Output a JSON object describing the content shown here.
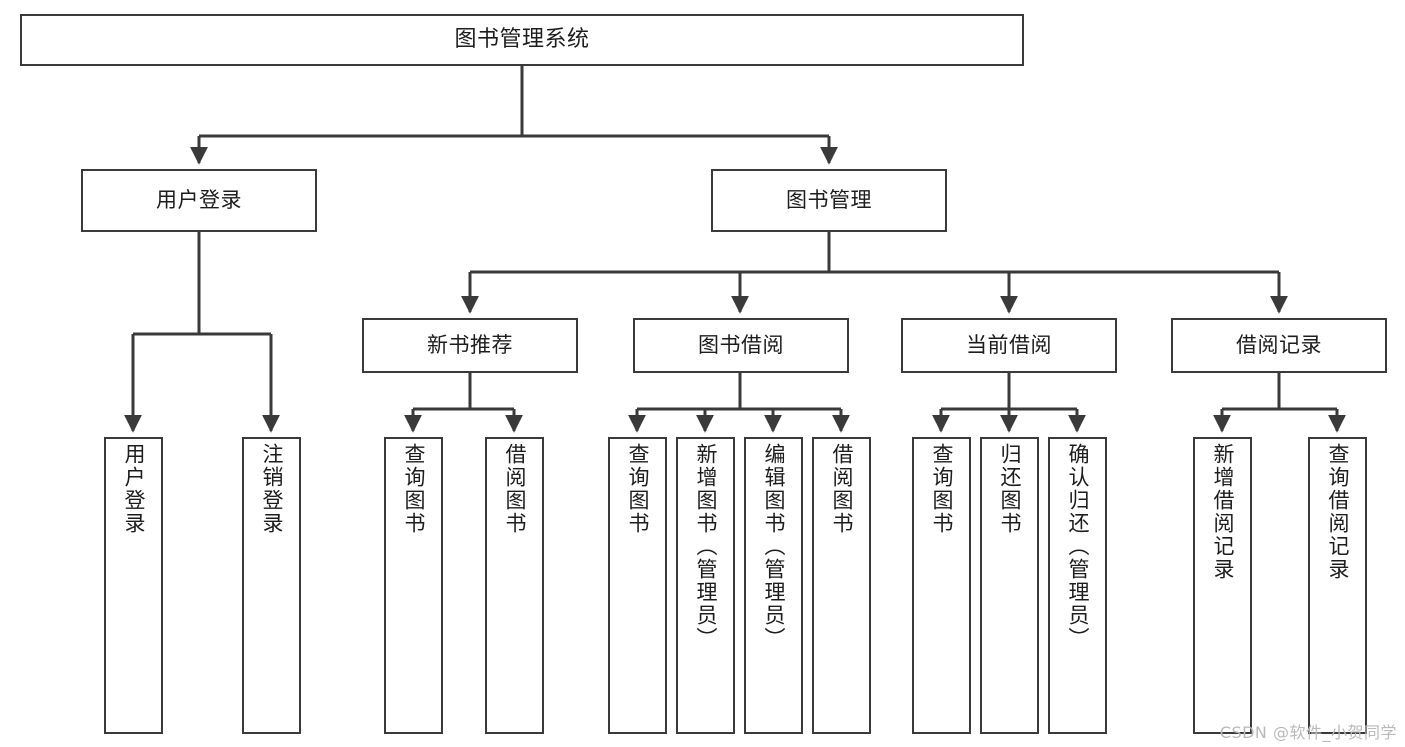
{
  "diagram": {
    "type": "tree-hierarchy-diagram",
    "title": "图书管理系统",
    "levels": {
      "level1": [
        {
          "id": "root",
          "label": "图书管理系统"
        }
      ],
      "level2": [
        {
          "id": "user-login",
          "label": "用户登录",
          "parent": "root"
        },
        {
          "id": "book-management",
          "label": "图书管理",
          "parent": "root"
        }
      ],
      "level3": [
        {
          "id": "new-book-recommend",
          "label": "新书推荐",
          "parent": "book-management"
        },
        {
          "id": "book-borrow",
          "label": "图书借阅",
          "parent": "book-management"
        },
        {
          "id": "current-borrow",
          "label": "当前借阅",
          "parent": "book-management"
        },
        {
          "id": "borrow-record",
          "label": "借阅记录",
          "parent": "book-management"
        }
      ],
      "level4": [
        {
          "id": "leaf-user-login",
          "label": "用户登录",
          "parent": "user-login"
        },
        {
          "id": "leaf-logout-login",
          "label": "注销登录",
          "parent": "user-login"
        },
        {
          "id": "leaf-query-book-1",
          "label": "查询图书",
          "parent": "new-book-recommend"
        },
        {
          "id": "leaf-borrow-book-1",
          "label": "借阅图书",
          "parent": "new-book-recommend"
        },
        {
          "id": "leaf-query-book-2",
          "label": "查询图书",
          "parent": "book-borrow"
        },
        {
          "id": "leaf-add-book-admin",
          "label": "新增图书（管理员）",
          "parent": "book-borrow"
        },
        {
          "id": "leaf-edit-book-admin",
          "label": "编辑图书（管理员）",
          "parent": "book-borrow"
        },
        {
          "id": "leaf-borrow-book-2",
          "label": "借阅图书",
          "parent": "book-borrow"
        },
        {
          "id": "leaf-query-book-3",
          "label": "查询图书",
          "parent": "current-borrow"
        },
        {
          "id": "leaf-return-book",
          "label": "归还图书",
          "parent": "current-borrow"
        },
        {
          "id": "leaf-confirm-return-admin",
          "label": "确认归还（管理员）",
          "parent": "current-borrow"
        },
        {
          "id": "leaf-add-borrow-record",
          "label": "新增借阅记录",
          "parent": "borrow-record"
        },
        {
          "id": "leaf-query-borrow-record",
          "label": "查询借阅记录",
          "parent": "borrow-record"
        }
      ]
    },
    "colors": {
      "box_border": "#3a3a3a",
      "box_fill": "#ffffff",
      "connector": "#3a3a3a",
      "text": "#1d1d1d",
      "watermark": "#b9b9b9",
      "background": "#ffffff"
    }
  },
  "watermark": {
    "text": "CSDN @软件_小贺同学"
  }
}
